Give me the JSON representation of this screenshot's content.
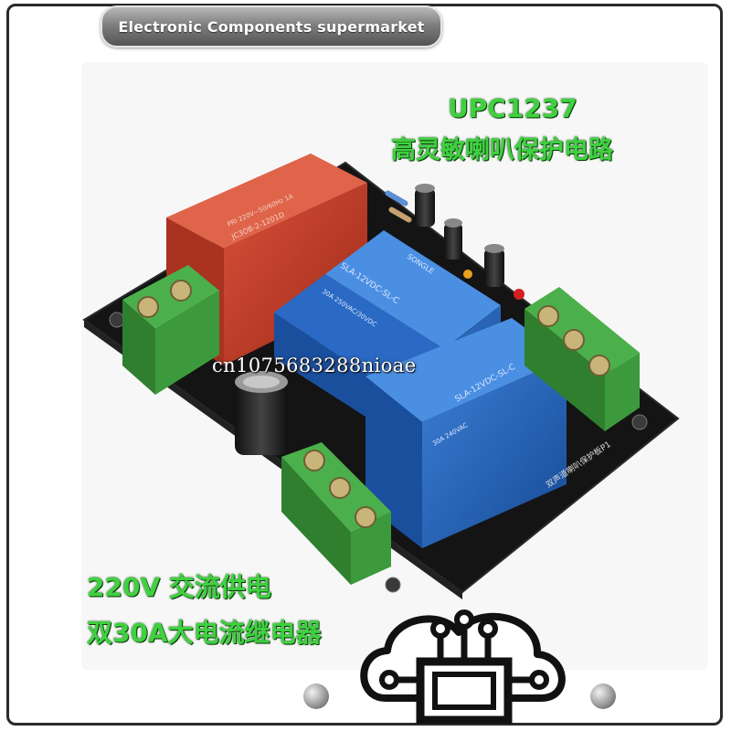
{
  "banner": {
    "text": "Electronic Components supermarket"
  },
  "captions": {
    "model": "UPC1237",
    "description": "高灵敏喇叭保护电路",
    "power": "220V 交流供电",
    "relays": "双30A大电流继电器"
  },
  "watermark": "cn1075683288nioae",
  "board_markings": {
    "transformer_label": "JC3OB-2-1201D",
    "transformer_rating": "PRI 220V~50/60Hz 1A",
    "relay_model_top": "SLA-12VDC-SL-C",
    "relay_model_bottom": "SLA-12VDC-SL-C",
    "relay_brand": "SONGLE",
    "relay_rating_1": "30A 250VAC/30VDC",
    "relay_rating_2": "30A 240VAC",
    "pcb_silk": "双声道喇叭保护板P1"
  },
  "colors": {
    "pcb": "#141414",
    "transformer": "#c23b22",
    "relay": "#1f5fb8",
    "terminal": "#3c9a3c",
    "caption_text": "#3fd13f",
    "banner": "#8a8a8a"
  },
  "icons": [
    "circuit-chip-logo-icon"
  ]
}
